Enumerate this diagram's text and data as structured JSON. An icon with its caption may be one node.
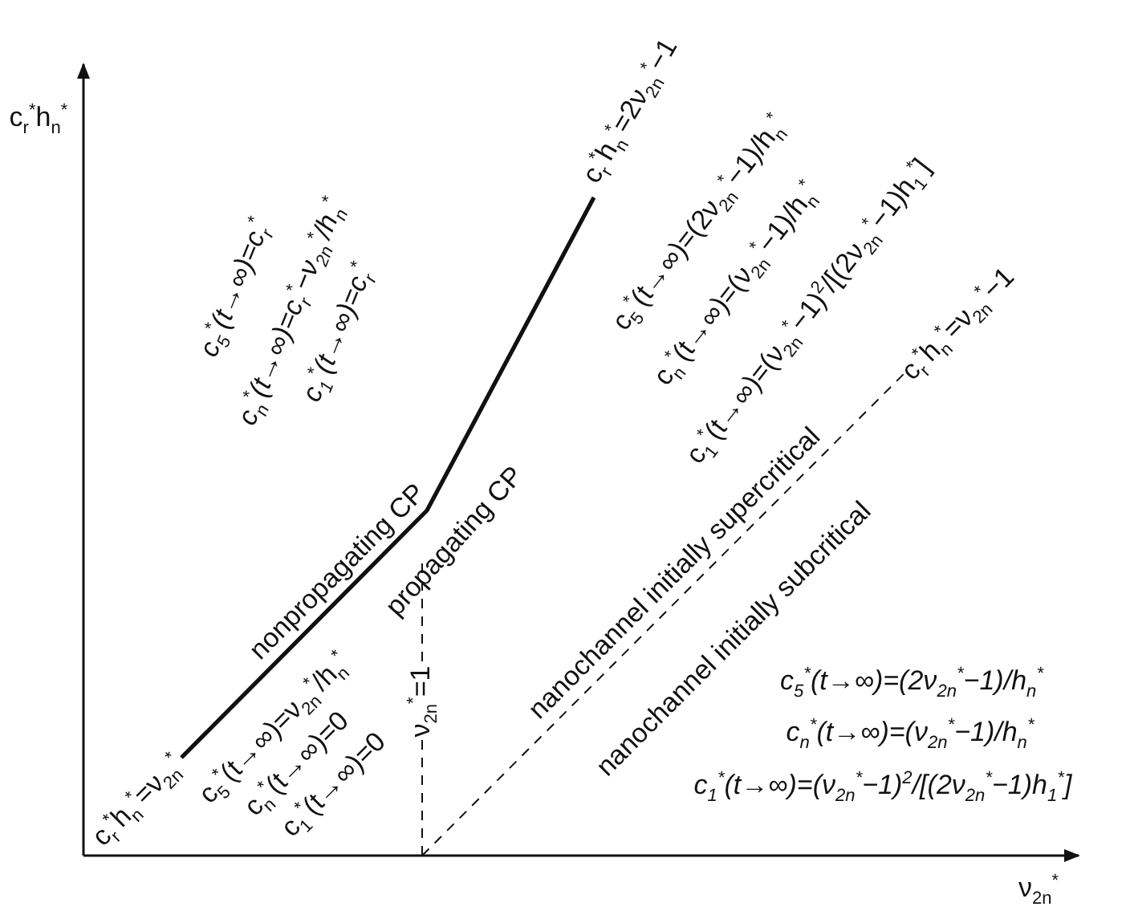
{
  "diagram": {
    "labels": [
      "c$_{r}$$^{*}$h$_{n}$$^{*}$",
      "c$_{5}$$^{*}$(t→∞)=c$_{r}$$^{*}$",
      "c$_{n}$$^{*}$(t→∞)=c$_{r}$$^{*}$−ν$_{2n}$$^{*}$/h$_{n}$$^{*}$",
      "c$_{1}$$^{*}$(t→∞)=c$_{r}$$^{*}$",
      "c$_{r}$$^{*}$h$_{n}$$^{*}$=2ν$_{2n}$$^{*}$−1",
      "c$_{5}$$^{*}$(t→∞)=(2ν$_{2n}$$^{*}$−1)/h$_{n}$$^{*}$",
      "c$_{n}$$^{*}$(t→∞)=(ν$_{2n}$$^{*}$−1)/h$_{n}$$^{*}$",
      "c$_{1}$$^{*}$(t→∞)=(ν$_{2n}$$^{*}$−1)$^{2}$/[(2ν$_{2n}$$^{*}$−1)h$_{1}$$^{*}$]",
      "nonpropagating CP",
      "propagating CP",
      "c$_{r}$$^{*}$h$_{n}$$^{*}$=ν$_{2n}$$^{*}$−1",
      "nanochannel initially supercritical",
      "nanochannel initially subcritical",
      "ν$_{2n}$$^{*}$=1",
      "c$_{r}$$^{*}$h$_{n}$$^{*}$=ν$_{2n}$$^{*}$",
      "c$_{5}$$^{*}$(t→∞)=ν$_{2n}$$^{*}$/h$_{n}$$^{*}$",
      "c$_{n}$$^{*}$(t→∞)=0",
      "c$_{1}$$^{*}$(t→∞)=0",
      "c$_{5}$$^{*}$(t→∞)=(2ν$_{2n}$$^{*}$−1)/h$_{n}$$^{*}$",
      "c$_{n}$$^{*}$(t→∞)=(ν$_{2n}$$^{*}$−1)/h$_{n}$$^{*}$",
      "c$_{1}$$^{*}$(t→∞)=(ν$_{2n}$$^{*}$−1)$^{2}$/[(2ν$_{2n}$$^{*}$−1)h$_{1}$$^{*}$]",
      "ν$_{2n}$$^{*}$"
    ]
  }
}
